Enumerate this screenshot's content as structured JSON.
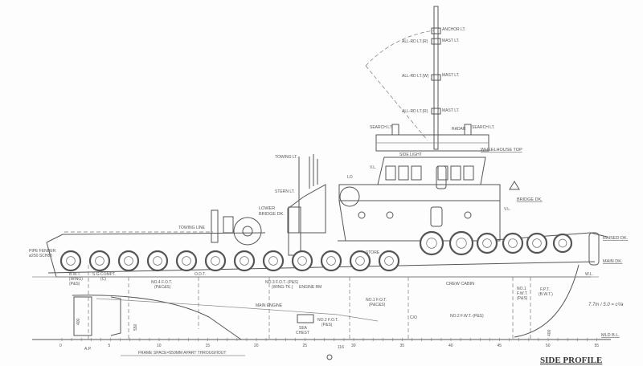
{
  "title": "SIDE PROFILE",
  "mast_lights": {
    "anchor": "ANCHOR LT.",
    "mast_top": "MAST LT.",
    "mast_mid": "MAST LT.",
    "mast_low": "MAST LT.",
    "allrd_top": "ALL-RD LT.(R)",
    "allrd_mid": "ALL-RD LT.(W)",
    "allrd_low": "ALL-RD LT.(R)"
  },
  "superstructure": {
    "search_lt_left": "SEARCH LT.",
    "search_lt_right": "SEARCH LT.",
    "radar": "RADAR",
    "side_light": "SIDE LIGHT",
    "wheelhouse_top": "WHEELHOUSE TOP",
    "bridge_dk": "BRIDGE DK.",
    "vl_upper": "V.L.",
    "vl_lower": "V.L.",
    "lower_bridge_1": "LOWER",
    "lower_bridge_2": "BRIDGE DK.",
    "towing_lt": "TOWING LT.",
    "stern_lt": "STERN LT.",
    "towing_line": "TOWING LINE",
    "lo": "LO"
  },
  "decks": {
    "raised_dk": "RAISED DK.",
    "main_dk": "MAIN DK.",
    "wl": "W.L.",
    "mld_bl": "MLD B.L.",
    "pipe_fender_1": "PIPE FENDER",
    "pipe_fender_2": "ø250 SCH80"
  },
  "compartments": {
    "bwt_1": "B.W.T.",
    "bwt_2": "(WING)",
    "bwt_3": "(P&S)",
    "st_compt_1": "S.G.COMPT.",
    "st_compt_2": "(C)",
    "fot4_1": "NO.4 F.O.T.",
    "fot4_2": "(P&C&S)",
    "odt": "O.D.T.",
    "fot3_1": "NO.3 F.O.T.-(P&S)",
    "fot3_2": "(WING-TK.)",
    "engine_rm": "ENGINE RM",
    "main_engine": "MAIN ENGINE",
    "store": "STORE",
    "fot1_1": "NO.1 F.O.T.",
    "fot1_2": "(P&C&S)",
    "fot2_1": "NO.2 F.O.T.",
    "fot2_2": "(P&S)",
    "sea_chest_1": "SEA",
    "sea_chest_2": "CHEST",
    "crew_cabin": "CREW CABIN",
    "co": "C/O",
    "fwt2": "NO.2 F.W.T.-(P&S)",
    "fwt1_1": "NO.1",
    "fwt1_2": "F.W.T.",
    "fwt1_3": "(P&S)",
    "fpt_1": "F.P.T.",
    "fpt_2": "(B.W.T.)"
  },
  "frames": [
    "0",
    "5",
    "10",
    "15",
    "20",
    "25",
    "30",
    "35",
    "40",
    "45",
    "50",
    "55"
  ],
  "annotations": {
    "ap": "A.P.",
    "frame_space": "FRAME SPACE=550MM APART THROUGHOUT",
    "dim_400": "400",
    "dim_550": "550",
    "dim_116": "116",
    "dim_400b": "400",
    "handwritten": "7.7m / 5.0 = c²/a"
  }
}
